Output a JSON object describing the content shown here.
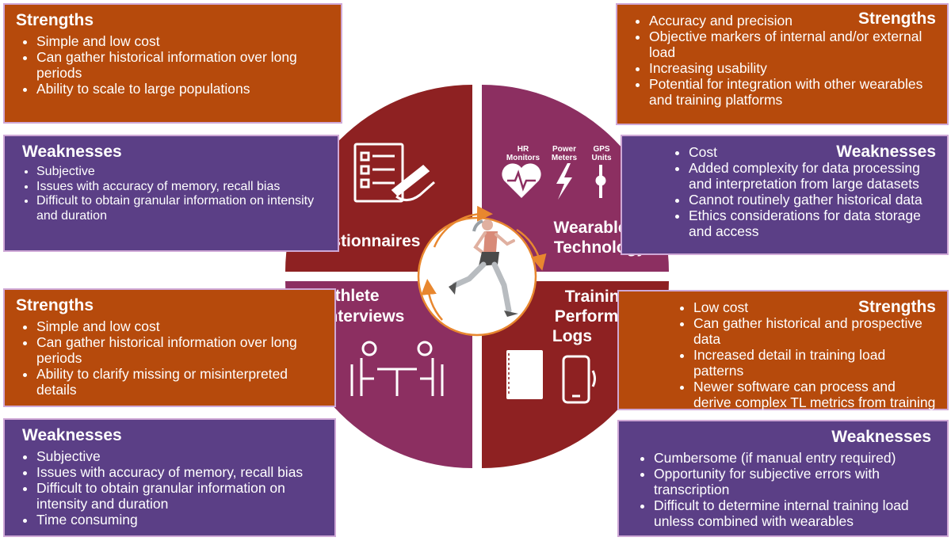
{
  "questionnaires": {
    "label": "Questionnaires",
    "strengths": {
      "title": "Strengths",
      "items": [
        "Simple and low cost",
        "Can gather historical information over long periods",
        "Ability to scale to large populations"
      ]
    },
    "weaknesses": {
      "title": "Weaknesses",
      "items": [
        "Subjective",
        "Issues with accuracy of memory, recall bias",
        "Difficult to obtain granular information on intensity",
        "and duration"
      ]
    }
  },
  "wearable": {
    "label_line1": "Wearable",
    "label_line2": "Technology",
    "icon_labels": {
      "hr_line1": "HR",
      "hr_line2": "Monitors",
      "power_line1": "Power",
      "power_line2": "Meters",
      "gps_line1": "GPS",
      "gps_line2": "Units"
    },
    "strengths": {
      "title": "Strengths",
      "items": [
        "Accuracy and precision",
        "Objective markers of internal and/or external load",
        "Increasing usability",
        "Potential for integration with other wearables and training platforms"
      ]
    },
    "weaknesses": {
      "title": "Weaknesses",
      "items": [
        "Cost",
        "Added complexity for data processing and interpretation from large datasets",
        "Cannot routinely gather historical data",
        "Ethics considerations for data storage and access"
      ]
    }
  },
  "interviews": {
    "label_line1": "Athlete",
    "label_line2": "Interviews",
    "strengths": {
      "title": "Strengths",
      "items": [
        "Simple and low cost",
        "Can gather historical information over long periods",
        "Ability to clarify missing or misinterpreted details"
      ]
    },
    "weaknesses": {
      "title": "Weaknesses",
      "items": [
        "Subjective",
        "Issues with accuracy of memory, recall bias",
        "Difficult to obtain granular information on intensity and duration",
        "Time consuming"
      ]
    }
  },
  "logs": {
    "label_line1": "Training or",
    "label_line2": "Performance",
    "label_line3": "Logs",
    "strengths": {
      "title": "Strengths",
      "items": [
        "Low cost",
        "Can gather historical and prospective data",
        "Increased detail in training load patterns",
        "Newer software can process and derive complex TL metrics from training data"
      ]
    },
    "weaknesses": {
      "title": "Weaknesses",
      "items": [
        "Cumbersome (if manual entry required)",
        "Opportunity for subjective errors with transcription",
        "Difficult to determine internal training load unless combined with wearables"
      ]
    }
  },
  "colors": {
    "quad_questionnaires": "#8e2122",
    "quad_wearable": "#8c2f61",
    "quad_interviews": "#8c2f61",
    "quad_logs": "#8e2122",
    "strengths_box": "#b64a0c",
    "weaknesses_box": "#5b3f86",
    "ring_arrow": "#e8872f"
  }
}
